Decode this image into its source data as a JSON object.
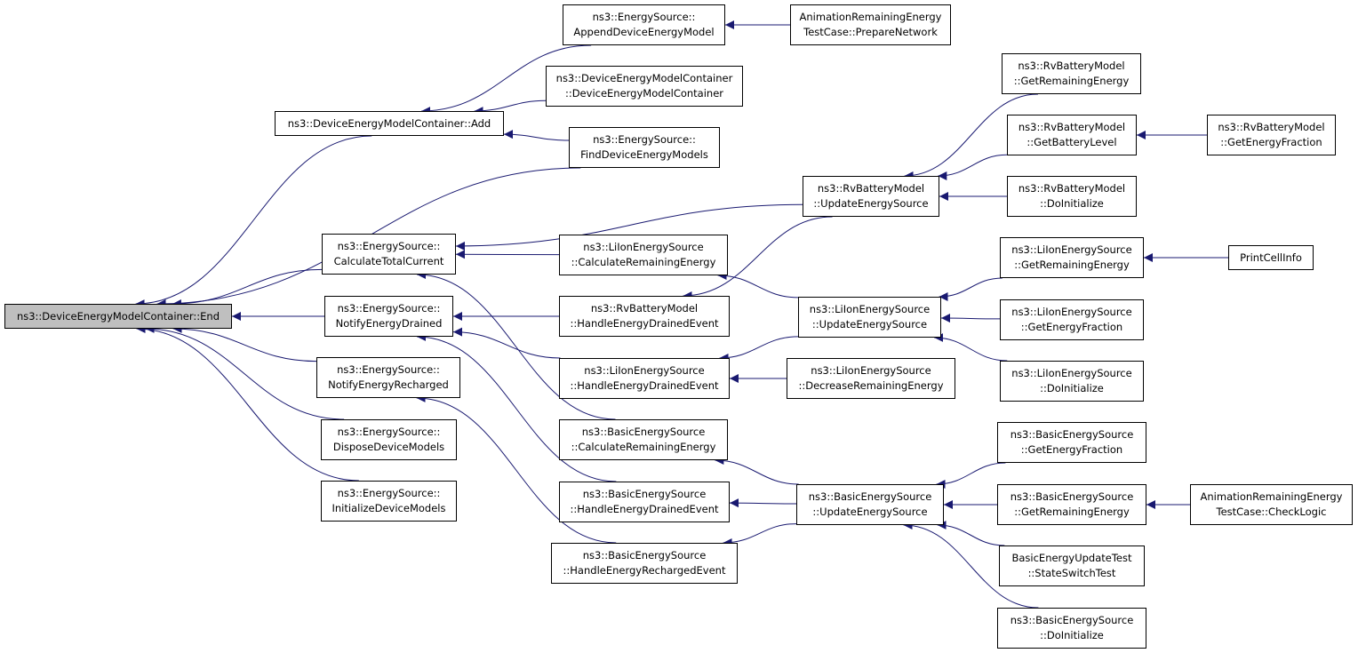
{
  "colors": {
    "edge": "#191970",
    "root_fill": "#bfbfbf",
    "node_fill": "#ffffff",
    "border": "#000000"
  },
  "root": {
    "label": "ns3::DeviceEnergyModelContainer::End"
  },
  "nodes": {
    "dem_add": {
      "lines": [
        "ns3::DeviceEnergyModelContainer::Add"
      ]
    },
    "es_append": {
      "lines": [
        "ns3::EnergySource::",
        "AppendDeviceEnergyModel"
      ]
    },
    "anim_prepare": {
      "lines": [
        "AnimationRemainingEnergy",
        "TestCase::PrepareNetwork"
      ]
    },
    "dem_ctor": {
      "lines": [
        "ns3::DeviceEnergyModelContainer",
        "::DeviceEnergyModelContainer"
      ]
    },
    "es_find": {
      "lines": [
        "ns3::EnergySource::",
        "FindDeviceEnergyModels"
      ]
    },
    "es_calc_total": {
      "lines": [
        "ns3::EnergySource::",
        "CalculateTotalCurrent"
      ]
    },
    "es_notify_drained": {
      "lines": [
        "ns3::EnergySource::",
        "NotifyEnergyDrained"
      ]
    },
    "es_notify_recharged": {
      "lines": [
        "ns3::EnergySource::",
        "NotifyEnergyRecharged"
      ]
    },
    "es_dispose": {
      "lines": [
        "ns3::EnergySource::",
        "DisposeDeviceModels"
      ]
    },
    "es_init": {
      "lines": [
        "ns3::EnergySource::",
        "InitializeDeviceModels"
      ]
    },
    "li_calc_rem": {
      "lines": [
        "ns3::LiIonEnergySource",
        "::CalculateRemainingEnergy"
      ]
    },
    "rv_handle_drained": {
      "lines": [
        "ns3::RvBatteryModel",
        "::HandleEnergyDrainedEvent"
      ]
    },
    "li_handle_drained": {
      "lines": [
        "ns3::LiIonEnergySource",
        "::HandleEnergyDrainedEvent"
      ]
    },
    "basic_calc_rem": {
      "lines": [
        "ns3::BasicEnergySource",
        "::CalculateRemainingEnergy"
      ]
    },
    "basic_handle_drained": {
      "lines": [
        "ns3::BasicEnergySource",
        "::HandleEnergyDrainedEvent"
      ]
    },
    "basic_handle_recharged": {
      "lines": [
        "ns3::BasicEnergySource",
        "::HandleEnergyRechargedEvent"
      ]
    },
    "rv_update": {
      "lines": [
        "ns3::RvBatteryModel",
        "::UpdateEnergySource"
      ]
    },
    "li_update": {
      "lines": [
        "ns3::LiIonEnergySource",
        "::UpdateEnergySource"
      ]
    },
    "li_decrease": {
      "lines": [
        "ns3::LiIonEnergySource",
        "::DecreaseRemainingEnergy"
      ]
    },
    "basic_update": {
      "lines": [
        "ns3::BasicEnergySource",
        "::UpdateEnergySource"
      ]
    },
    "rv_get_rem": {
      "lines": [
        "ns3::RvBatteryModel",
        "::GetRemainingEnergy"
      ]
    },
    "rv_get_level": {
      "lines": [
        "ns3::RvBatteryModel",
        "::GetBatteryLevel"
      ]
    },
    "rv_get_frac": {
      "lines": [
        "ns3::RvBatteryModel",
        "::GetEnergyFraction"
      ]
    },
    "rv_doinit": {
      "lines": [
        "ns3::RvBatteryModel",
        "::DoInitialize"
      ]
    },
    "li_get_rem": {
      "lines": [
        "ns3::LiIonEnergySource",
        "::GetRemainingEnergy"
      ]
    },
    "print_cell": {
      "lines": [
        "PrintCellInfo"
      ]
    },
    "li_get_frac": {
      "lines": [
        "ns3::LiIonEnergySource",
        "::GetEnergyFraction"
      ]
    },
    "li_doinit": {
      "lines": [
        "ns3::LiIonEnergySource",
        "::DoInitialize"
      ]
    },
    "basic_get_frac": {
      "lines": [
        "ns3::BasicEnergySource",
        "::GetEnergyFraction"
      ]
    },
    "basic_get_rem": {
      "lines": [
        "ns3::BasicEnergySource",
        "::GetRemainingEnergy"
      ]
    },
    "anim_check": {
      "lines": [
        "AnimationRemainingEnergy",
        "TestCase::CheckLogic"
      ]
    },
    "basic_state_switch": {
      "lines": [
        "BasicEnergyUpdateTest",
        "::StateSwitchTest"
      ]
    },
    "basic_doinit": {
      "lines": [
        "ns3::BasicEnergySource",
        "::DoInitialize"
      ]
    }
  },
  "edges": [
    [
      "dem_add",
      "root"
    ],
    [
      "es_find",
      "root"
    ],
    [
      "es_calc_total",
      "root"
    ],
    [
      "es_notify_drained",
      "root"
    ],
    [
      "es_notify_recharged",
      "root"
    ],
    [
      "es_dispose",
      "root"
    ],
    [
      "es_init",
      "root"
    ],
    [
      "es_append",
      "dem_add"
    ],
    [
      "dem_ctor",
      "dem_add"
    ],
    [
      "es_find",
      "dem_add"
    ],
    [
      "anim_prepare",
      "es_append"
    ],
    [
      "rv_update",
      "es_calc_total"
    ],
    [
      "li_calc_rem",
      "es_calc_total"
    ],
    [
      "basic_calc_rem",
      "es_calc_total"
    ],
    [
      "rv_handle_drained",
      "es_notify_drained"
    ],
    [
      "li_handle_drained",
      "es_notify_drained"
    ],
    [
      "basic_handle_drained",
      "es_notify_drained"
    ],
    [
      "basic_handle_recharged",
      "es_notify_recharged"
    ],
    [
      "rv_update",
      "rv_handle_drained"
    ],
    [
      "li_update",
      "li_calc_rem"
    ],
    [
      "li_update",
      "li_handle_drained"
    ],
    [
      "li_decrease",
      "li_handle_drained"
    ],
    [
      "basic_update",
      "basic_calc_rem"
    ],
    [
      "basic_update",
      "basic_handle_drained"
    ],
    [
      "basic_update",
      "basic_handle_recharged"
    ],
    [
      "rv_get_rem",
      "rv_update"
    ],
    [
      "rv_get_level",
      "rv_update"
    ],
    [
      "rv_doinit",
      "rv_update"
    ],
    [
      "rv_get_frac",
      "rv_get_level"
    ],
    [
      "li_get_rem",
      "li_update"
    ],
    [
      "li_get_frac",
      "li_update"
    ],
    [
      "li_doinit",
      "li_update"
    ],
    [
      "print_cell",
      "li_get_rem"
    ],
    [
      "basic_get_frac",
      "basic_update"
    ],
    [
      "basic_get_rem",
      "basic_update"
    ],
    [
      "basic_state_switch",
      "basic_update"
    ],
    [
      "basic_doinit",
      "basic_update"
    ],
    [
      "anim_check",
      "basic_get_rem"
    ]
  ]
}
